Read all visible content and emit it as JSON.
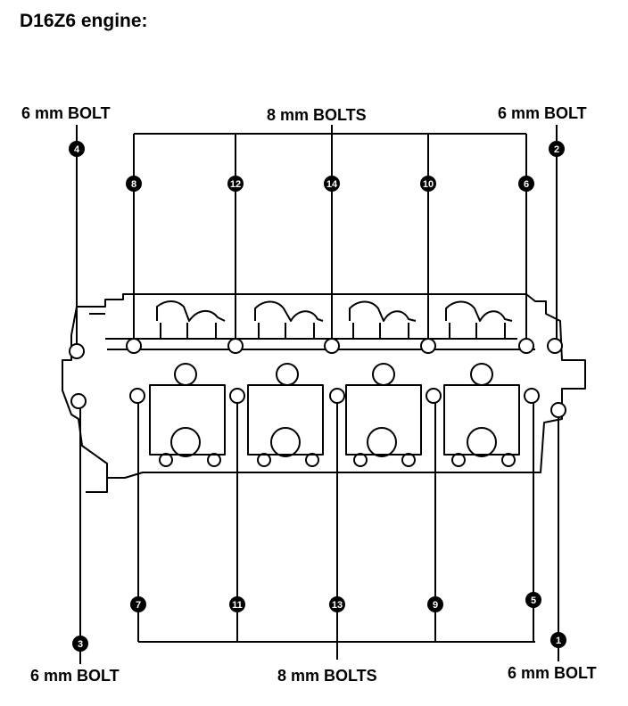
{
  "diagram": {
    "title": "D16Z6 engine:",
    "labels": {
      "top_left": "6 mm BOLT",
      "top_center": "8 mm BOLTS",
      "top_right": "6 mm BOLT",
      "bottom_left": "6 mm BOLT",
      "bottom_center": "8 mm BOLTS",
      "bottom_right": "6 mm BOLT"
    },
    "bolts": [
      "1",
      "2",
      "3",
      "4",
      "5",
      "6",
      "7",
      "8",
      "9",
      "10",
      "11",
      "12",
      "13",
      "14"
    ]
  }
}
